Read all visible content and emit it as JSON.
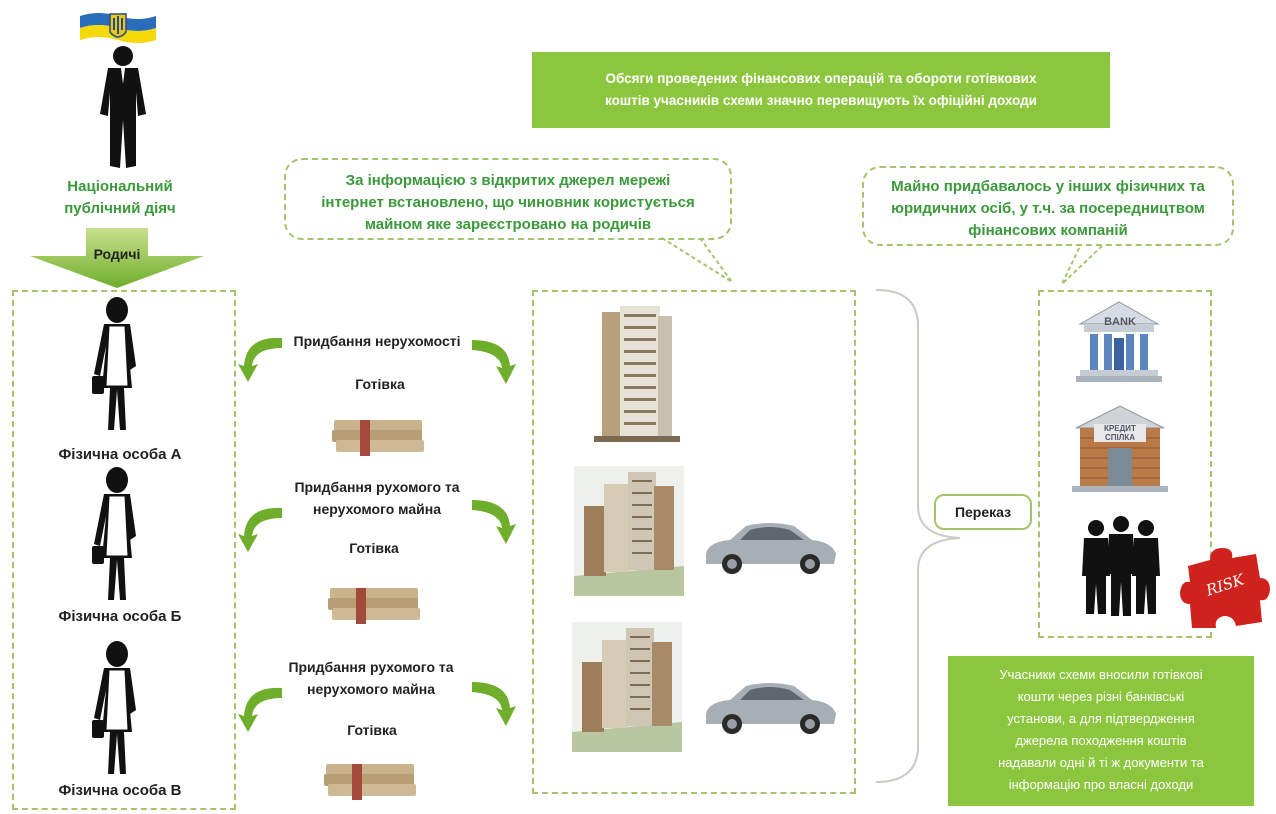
{
  "emblem": {
    "icon": "ukraine-trident-flag-icon",
    "colors": [
      "#2a6ebb",
      "#f5d90a"
    ]
  },
  "official": {
    "icon": "businessman-silhouette-icon",
    "label": "Національний\nпублічний діяч"
  },
  "arrow_down": {
    "label": "Родичі"
  },
  "persons": [
    {
      "icon": "woman-silhouette-icon",
      "label": "Фізична особа А"
    },
    {
      "icon": "woman-silhouette-icon",
      "label": "Фізична особа Б"
    },
    {
      "icon": "woman-silhouette-icon",
      "label": "Фізична особа В"
    }
  ],
  "flows": [
    {
      "purchase": "Придбання нерухомості",
      "cash": "Готівка"
    },
    {
      "purchase": "Придбання рухомого та\nнерухомого майна",
      "cash": "Готівка"
    },
    {
      "purchase": "Придбання рухомого та\nнерухомого майна",
      "cash": "Готівка"
    }
  ],
  "top_box": "Обсяги проведених фінансових операцій та обороти готівкових\nкоштів учасників схеми значно перевищують їх офіційні доходи",
  "bubble_left": "За інформацією з відкритих джерел мережі\nінтернет встановлено, що чиновник користується\nмайном яке зареєстровано на родичів",
  "bubble_right": "Майно придбавалось у інших фізичних та\nюридичних осіб, у т.ч. за посередництвом\nфінансових компаній",
  "transfer_label": "Переказ",
  "institutions": {
    "bank_sign": "BANK",
    "credit_sign": "КРЕДИТ СПІЛКА",
    "people_icon": "group-of-people-silhouette-icon",
    "risk_label": "RISK"
  },
  "bottom_box": "Учасники схеми вносили готівкові\nкошти через різні банківські\nустанови, а для підтвердження\nджерела походження коштів\nнадавали одні й ті ж документи та\nінформацію про власні доходи",
  "colors": {
    "green": "#8cc63f",
    "dash": "#a4c46a",
    "text_green": "#3a9a3a",
    "risk_red": "#d0221c"
  }
}
